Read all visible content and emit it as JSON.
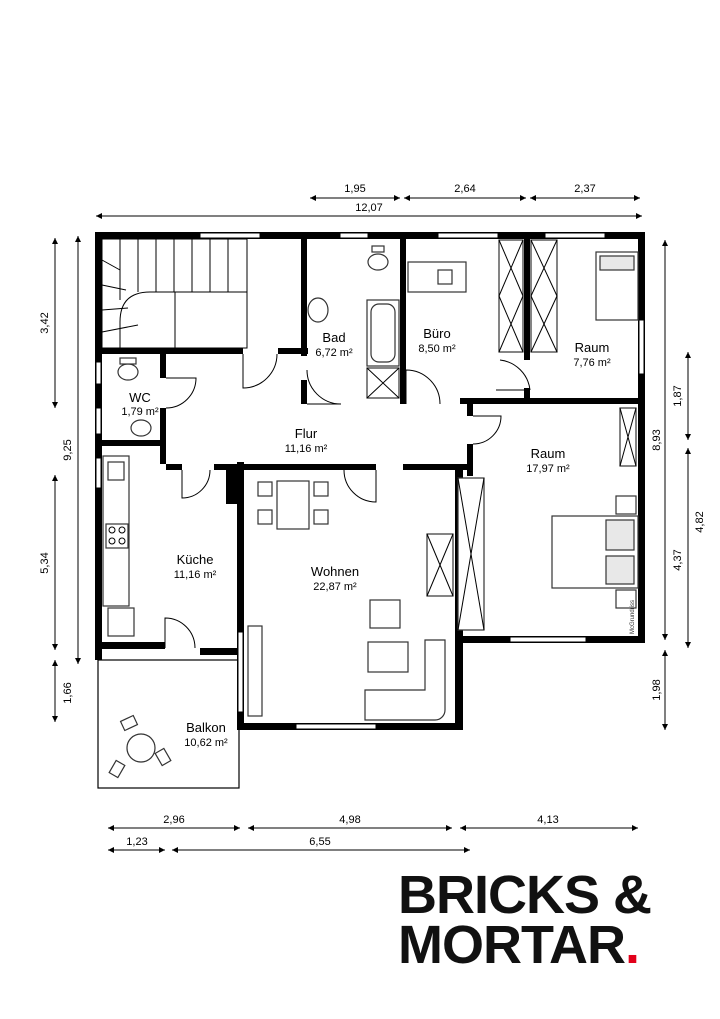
{
  "rooms": [
    {
      "id": "bad",
      "name": "Bad",
      "area": "6,72 m²"
    },
    {
      "id": "buero",
      "name": "Büro",
      "area": "8,50 m²"
    },
    {
      "id": "raum-small",
      "name": "Raum",
      "area": "7,76 m²"
    },
    {
      "id": "wc",
      "name": "WC",
      "area": "1,79 m²"
    },
    {
      "id": "flur",
      "name": "Flur",
      "area": "11,16 m²"
    },
    {
      "id": "raum-large",
      "name": "Raum",
      "area": "17,97 m²"
    },
    {
      "id": "kueche",
      "name": "Küche",
      "area": "11,16 m²"
    },
    {
      "id": "wohnen",
      "name": "Wohnen",
      "area": "22,87 m²"
    },
    {
      "id": "balkon",
      "name": "Balkon",
      "area": "10,62 m²"
    }
  ],
  "dimensions": {
    "top": [
      "1,95",
      "2,64",
      "2,37",
      "12,07"
    ],
    "left": [
      "3,42",
      "9,25",
      "5,34",
      "1,66"
    ],
    "right": [
      "1,87",
      "8,93",
      "4,37",
      "4,82",
      "1,98"
    ],
    "bottom": [
      "2,96",
      "4,98",
      "4,13",
      "1,23",
      "6,55"
    ]
  },
  "watermark": "McGrundriss",
  "brand": {
    "line1": "BRICKS &",
    "line2": "MORTAR",
    "dot": "."
  }
}
